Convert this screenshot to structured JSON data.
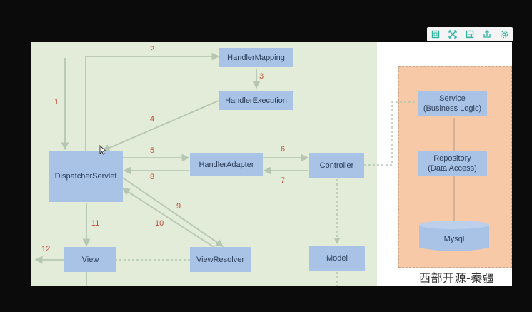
{
  "toolbar": {
    "buttons": [
      {
        "name": "fit-page-icon"
      },
      {
        "name": "fullscreen-icon"
      },
      {
        "name": "save-icon"
      },
      {
        "name": "share-icon"
      },
      {
        "name": "settings-icon"
      }
    ],
    "color": "#2bb3a0"
  },
  "diagram": {
    "nodes": {
      "handler_mapping": "HandlerMapping",
      "handler_execution": "HandlerExecution",
      "dispatcher_servlet": "DispatcherServlet",
      "handler_adapter": "HandlerAdapter",
      "controller": "Controller",
      "view": "View",
      "view_resolver": "ViewResolver",
      "model": "Model",
      "service_line1": "Service",
      "service_line2": "(Business Logic)",
      "repository_line1": "Repository",
      "repository_line2": "(Data Access)",
      "mysql": "Mysql"
    },
    "steps": [
      "1",
      "2",
      "3",
      "4",
      "5",
      "6",
      "7",
      "8",
      "9",
      "10",
      "11",
      "12"
    ],
    "colors": {
      "panel": "#e3ebd9",
      "box": "#a9c3e6",
      "service_panel": "#f8c9a7",
      "step_number": "#c0503c"
    }
  },
  "watermark": "西部开源-秦疆"
}
